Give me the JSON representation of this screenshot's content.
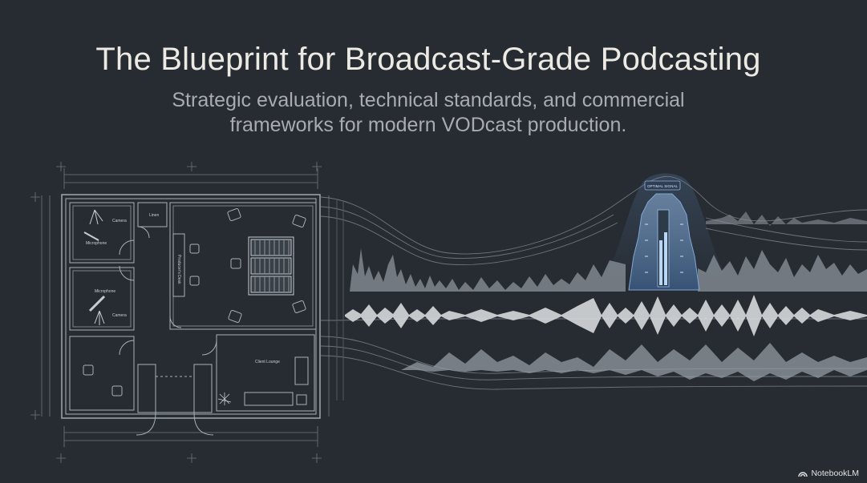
{
  "slide": {
    "title": "The Blueprint for Broadcast-Grade Podcasting",
    "subtitle_line1": "Strategic evaluation, technical standards, and commercial",
    "subtitle_line2": "frameworks for modern VODcast production."
  },
  "floor_plan": {
    "labels": {
      "camera_top": "Camera",
      "linen": "Linen",
      "microphone_top": "Microphone",
      "microphone_mid": "Microphone",
      "camera_mid": "Camera",
      "producer_desk": "Producer's Desk",
      "client_lounge": "Client Lounge"
    }
  },
  "waveform": {
    "peak_label": "OPTIMAL SIGNAL"
  },
  "watermark": {
    "brand": "NotebookLM",
    "icon": "notebooklm-logo-icon"
  },
  "colors": {
    "background": "#272c33",
    "line": "#8f969f",
    "accent_blue": "#5d86b8"
  }
}
